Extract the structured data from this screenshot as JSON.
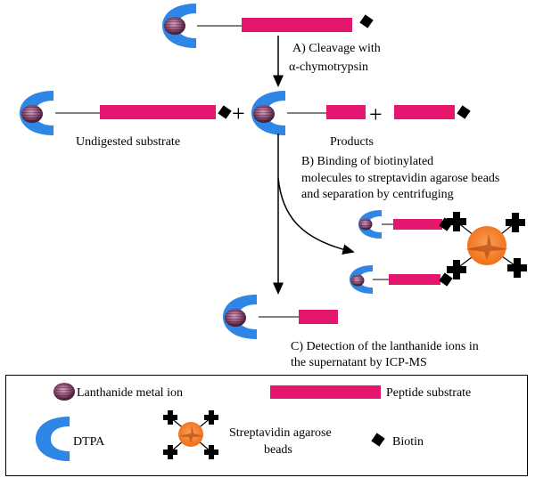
{
  "steps": {
    "a_line1": "A) Cleavage with",
    "a_line2": "α-chymotrypsin",
    "b_line1": "B) Binding of biotinylated",
    "b_line2": "molecules to streptavidin agarose beads",
    "b_line3": "and separation by centrifuging",
    "c_line1": "C) Detection of the lanthanide ions in",
    "c_line2": "the supernatant by ICP-MS"
  },
  "labels": {
    "undigested": "Undigested substrate",
    "products": "Products",
    "plus": "+"
  },
  "legend": {
    "lanthanide": "Lanthanide metal ion",
    "peptide": "Peptide substrate",
    "dtpa": "DTPA",
    "streptavidin_line1": "Streptavidin agarose",
    "streptavidin_line2": "beads",
    "biotin": "Biotin"
  },
  "colors": {
    "dtpa": "#2e86e6",
    "peptide": "#e4166e",
    "ion_dark": "#4a1f3a",
    "ion_light": "#c98ab0",
    "bead": "#f47a1f",
    "biotin": "#000000"
  }
}
